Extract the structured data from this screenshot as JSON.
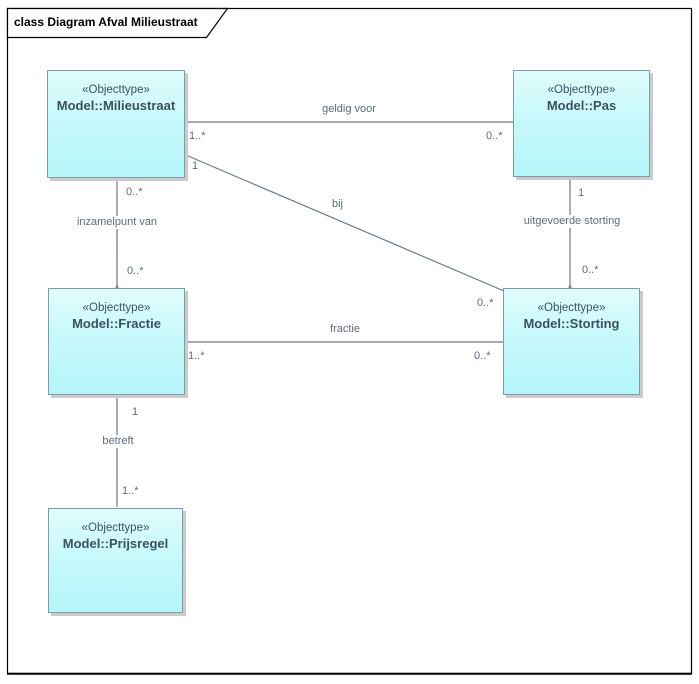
{
  "diagram": {
    "title": "class Diagram Afval Milieustraat"
  },
  "classes": [
    {
      "stereotype": "«Objecttype»",
      "name": "Model::Milieustraat"
    },
    {
      "stereotype": "«Objecttype»",
      "name": "Model::Pas"
    },
    {
      "stereotype": "«Objecttype»",
      "name": "Model::Fractie"
    },
    {
      "stereotype": "«Objecttype»",
      "name": "Model::Storting"
    },
    {
      "stereotype": "«Objecttype»",
      "name": "Model::Prijsregel"
    }
  ],
  "associations": [
    {
      "label": "geldig voor",
      "source": "Model::Pas",
      "target": "Model::Milieustraat",
      "source_mult": "0..*",
      "target_mult": "1..*"
    },
    {
      "label": "bij",
      "source": "Model::Storting",
      "target": "Model::Milieustraat",
      "source_mult": "0..*",
      "target_mult": "1"
    },
    {
      "label": "inzamelpunt van",
      "source": "Model::Milieustraat",
      "target": "Model::Fractie",
      "source_mult": "0..*",
      "target_mult": "0..*"
    },
    {
      "label": "uitgevoerde storting",
      "source": "Model::Pas",
      "target": "Model::Storting",
      "source_mult": "1",
      "target_mult": "0..*"
    },
    {
      "label": "fractie",
      "source": "Model::Storting",
      "target": "Model::Fractie",
      "source_mult": "0..*",
      "target_mult": "1..*"
    },
    {
      "label": "betreft",
      "source": "Model::Prijsregel",
      "target": "Model::Fractie",
      "source_mult": "1..*",
      "target_mult": "1"
    }
  ],
  "colors": {
    "class_fill_top": "#e0fcfd",
    "class_fill_bottom": "#b4f5f9",
    "class_border": "#7c9da9",
    "connector_line": "#6a7b8d",
    "edge_text": "#5d6b7a",
    "class_text": "#3a5260",
    "frame_border": "#000000"
  }
}
